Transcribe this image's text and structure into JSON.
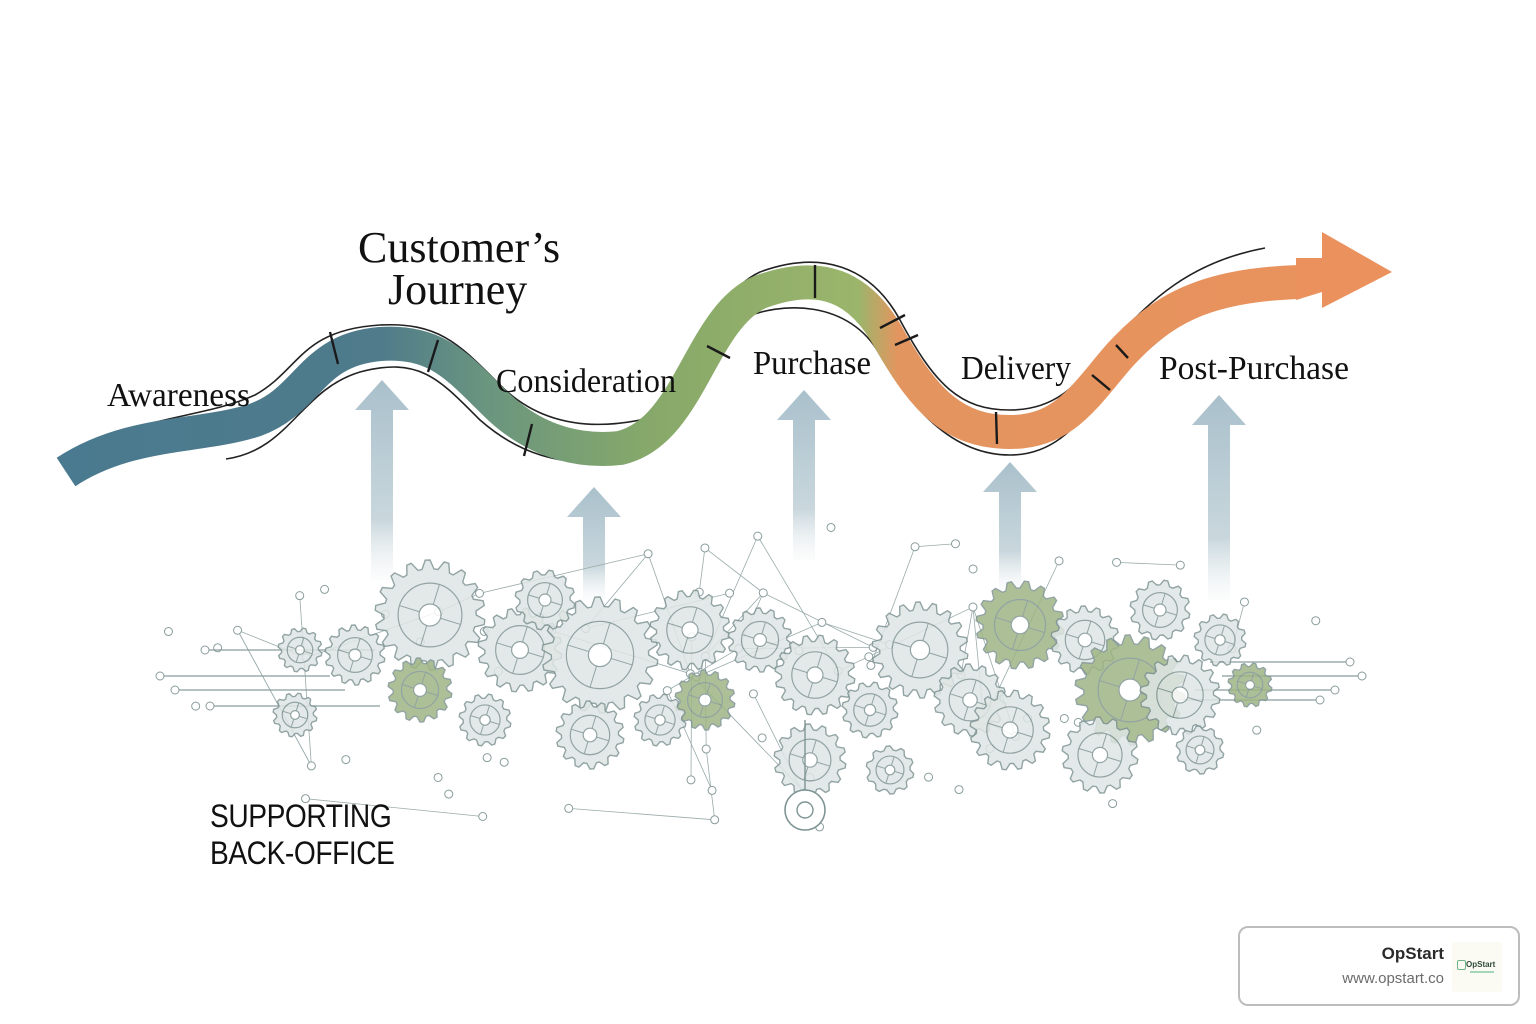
{
  "diagram": {
    "title_line1": "Customer’s",
    "title_line2": "Journey",
    "stages": [
      {
        "label": "Awareness",
        "color": "#4e7d8f"
      },
      {
        "label": "Consideration",
        "color": "#6a957f"
      },
      {
        "label": "Purchase",
        "color": "#93b06b"
      },
      {
        "label": "Delivery",
        "color": "#e3955f"
      },
      {
        "label": "Post-Purchase",
        "color": "#e9905e"
      }
    ],
    "support_arrows_count": 5,
    "support_arrow_color": "#b9cdd6",
    "back_office_line1": "SUPPORTING",
    "back_office_line2": "BACK-OFFICE"
  },
  "colors": {
    "path_teal": "#4e7d8f",
    "path_sage": "#6a957f",
    "path_green": "#93b06b",
    "path_orange": "#e8925f",
    "gear_stroke": "#7f9494",
    "gear_fill": "#dfe6e4",
    "accent_green": "#9fb584"
  },
  "badge": {
    "name": "OpStart",
    "url": "www.opstart.co",
    "logo_text": "OpStart"
  }
}
